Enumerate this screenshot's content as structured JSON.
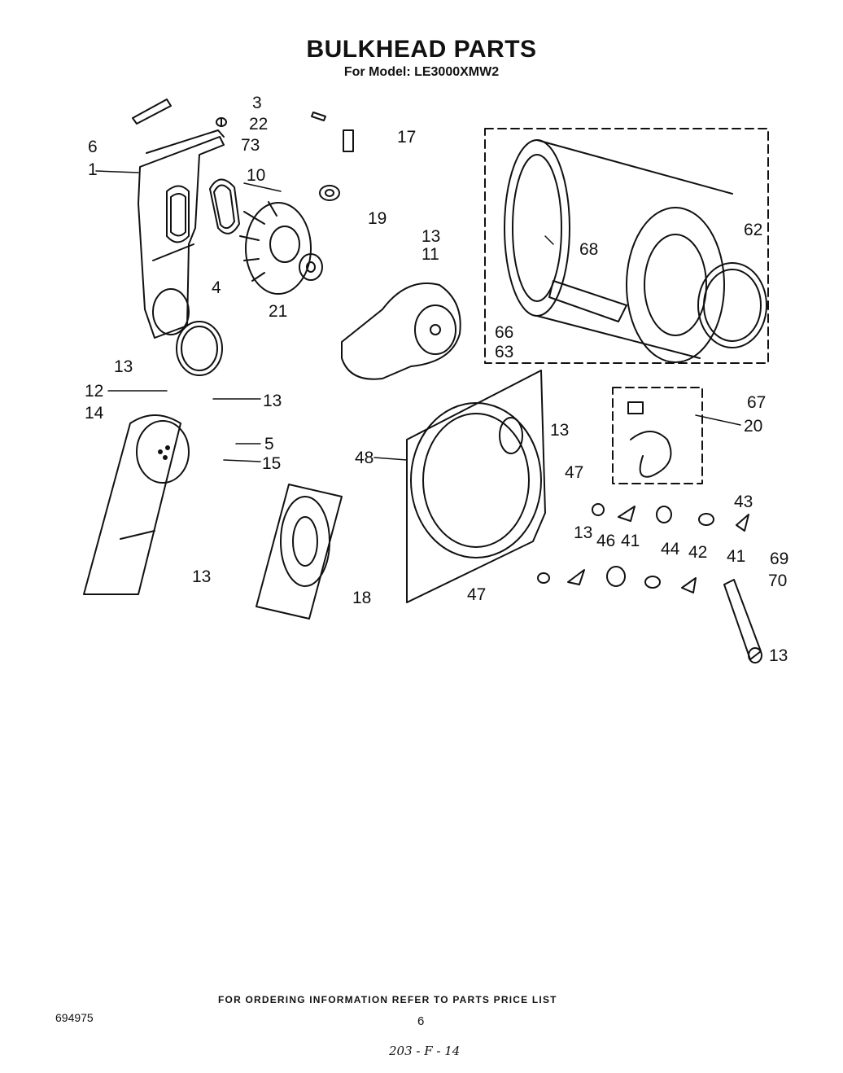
{
  "title": "BULKHEAD PARTS",
  "subtitle": "For Model: LE3000XMW2",
  "callouts": {
    "c3": "3",
    "c22": "22",
    "c17": "17",
    "c6": "6",
    "c73": "73",
    "c1": "1",
    "c10": "10",
    "c19": "19",
    "c13a": "13",
    "c11": "11",
    "c4": "4",
    "c21": "21",
    "c13b": "13",
    "c68": "68",
    "c62": "62",
    "c66": "66",
    "c63": "63",
    "c67": "67",
    "c12": "12",
    "c13c": "13",
    "c14": "14",
    "c5": "5",
    "c15": "15",
    "c48": "48",
    "c13d": "13",
    "c20": "20",
    "c47a": "47",
    "c43": "43",
    "c13e": "13",
    "c46": "46",
    "c41a": "41",
    "c44": "44",
    "c42": "42",
    "c41b": "41",
    "c69": "69",
    "c70": "70",
    "c47b": "47",
    "c13f": "13",
    "c18": "18",
    "c13g": "13"
  },
  "footer": "FOR ORDERING INFORMATION REFER TO PARTS PRICE LIST",
  "doc_number": "694975",
  "page_number": "6",
  "handwritten_note": "203 - F - 14"
}
